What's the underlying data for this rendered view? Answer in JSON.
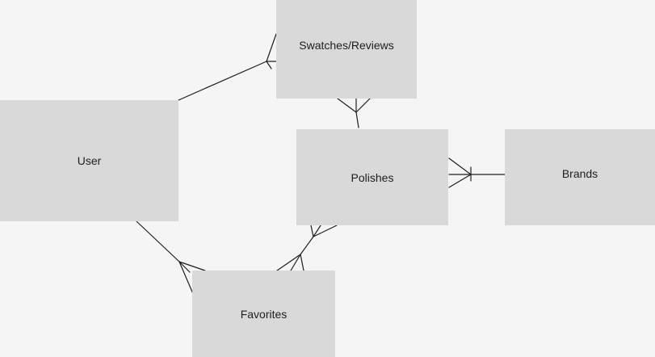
{
  "diagram": {
    "entities": [
      {
        "id": "user",
        "label": "User"
      },
      {
        "id": "swatches",
        "label": "Swatches/Reviews"
      },
      {
        "id": "polishes",
        "label": "Polishes"
      },
      {
        "id": "brands",
        "label": "Brands"
      },
      {
        "id": "favorites",
        "label": "Favorites"
      }
    ],
    "relationships": [
      {
        "from": "user",
        "to": "swatches",
        "from_end": "one",
        "to_end": "many"
      },
      {
        "from": "polishes",
        "to": "swatches",
        "from_end": "one",
        "to_end": "many"
      },
      {
        "from": "brands",
        "to": "polishes",
        "from_end": "one",
        "to_end": "many"
      },
      {
        "from": "user",
        "to": "favorites",
        "from_end": "one",
        "to_end": "many"
      },
      {
        "from": "favorites",
        "to": "polishes",
        "from_end": "many",
        "to_end": "many"
      }
    ],
    "colors": {
      "background": "#f5f5f5",
      "entity_fill": "#d9d9d9",
      "line": "#1e1e1e",
      "text": "#1e1e1e"
    }
  }
}
